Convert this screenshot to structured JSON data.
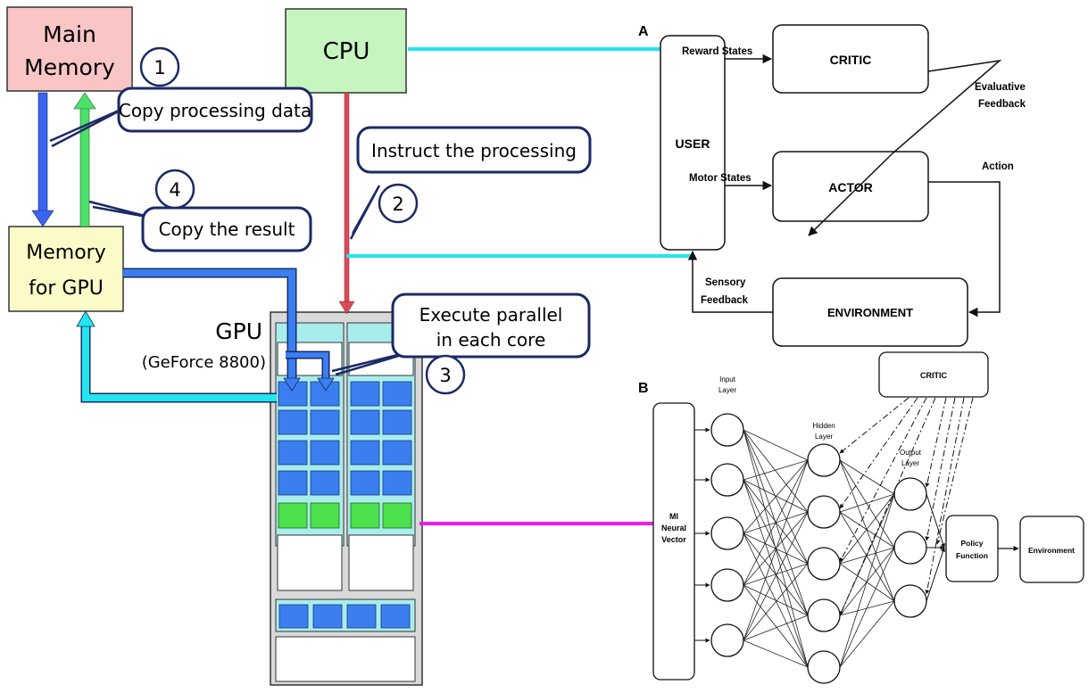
{
  "left": {
    "main_memory": [
      "Main",
      "Memory"
    ],
    "cpu": "CPU",
    "memory_gpu": [
      "Memory",
      "for GPU"
    ],
    "gpu_title": "GPU",
    "gpu_model": "(GeForce 8800)",
    "steps": [
      {
        "num": "1",
        "text": "Copy processing data"
      },
      {
        "num": "2",
        "text": "Instruct the processing"
      },
      {
        "num": "3",
        "text": [
          "Execute parallel",
          "in each core"
        ]
      },
      {
        "num": "4",
        "text": "Copy the result"
      }
    ]
  },
  "panel_a": {
    "label": "A",
    "user": "USER",
    "critic": "CRITIC",
    "actor": "ACTOR",
    "environment": "ENVIRONMENT",
    "reward_states": "Reward States",
    "motor_states": "Motor States",
    "evaluative_feedback": [
      "Evaluative",
      "Feedback"
    ],
    "action": "Action",
    "sensory_feedback": [
      "Sensory",
      "Feedback"
    ]
  },
  "panel_b": {
    "label": "B",
    "mi_vector": [
      "MI",
      "Neural",
      "Vector"
    ],
    "input_layer": [
      "Input",
      "Layer"
    ],
    "hidden_layer": [
      "Hidden",
      "Layer"
    ],
    "output_layer": [
      "Output",
      "Layer"
    ],
    "critic": "CRITIC",
    "policy_function": [
      "Policy",
      "Function"
    ],
    "environment": "Environment"
  },
  "colors": {
    "main_memory": "#f9c5c5",
    "cpu": "#c6f5c0",
    "memory_gpu": "#fbfbc8",
    "gpu": "#d9d9d9",
    "gpu_inner": "#a9ecec",
    "core_blue": "#3a7ef0",
    "core_green": "#4de04d",
    "cyan_line": "#22e6ee",
    "magenta_line": "#ef1bef",
    "red_arrow": "#d94b57",
    "callout_border": "#1b2a66"
  }
}
